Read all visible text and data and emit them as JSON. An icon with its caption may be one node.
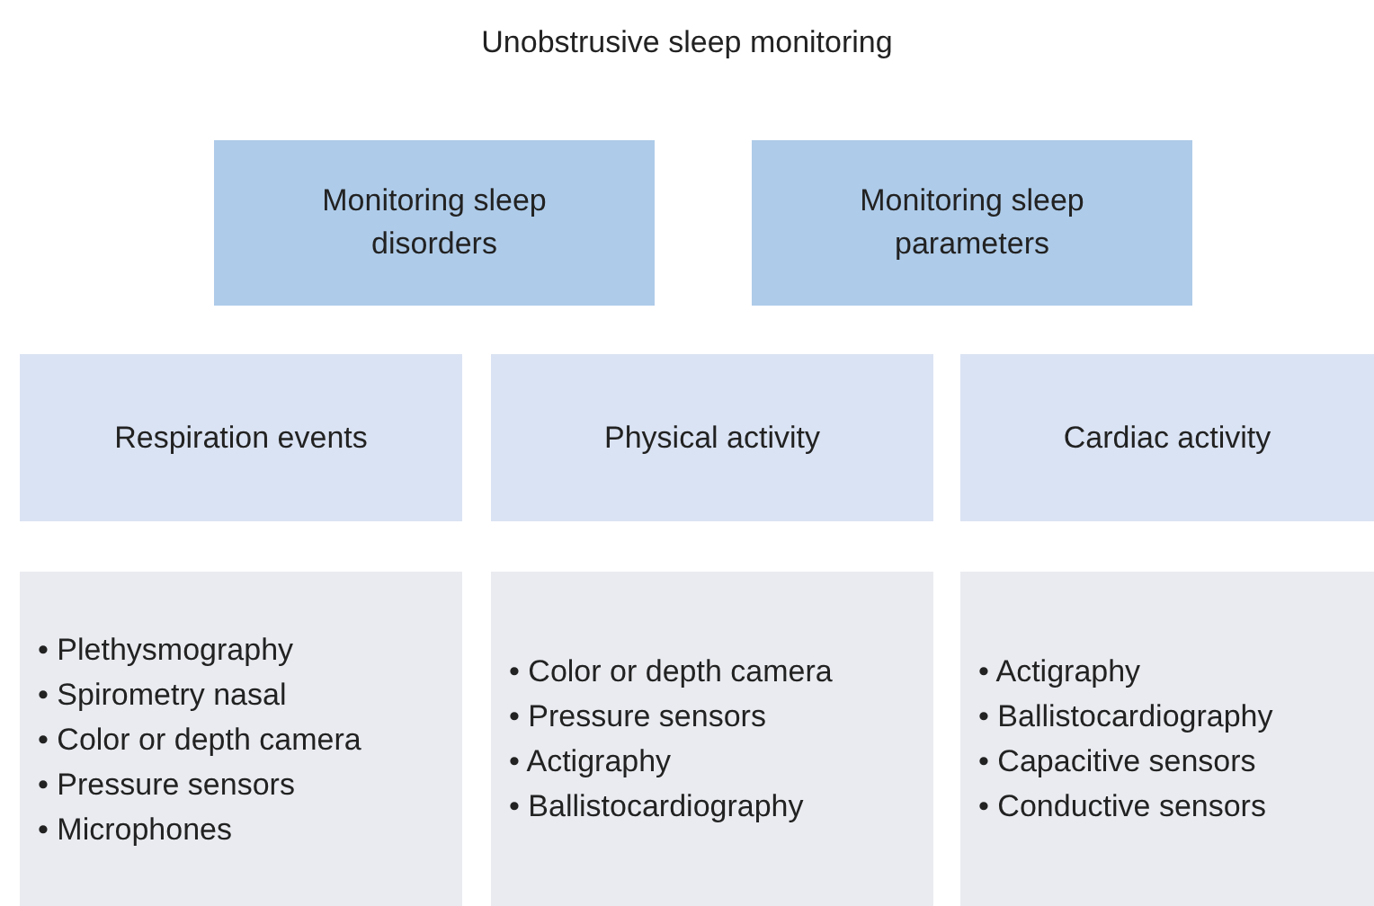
{
  "diagram": {
    "title": "Unobstrusive sleep monitoring",
    "nodes": [
      {
        "text": [
          "Monitoring sleep disorders"
        ]
      },
      {
        "text": [
          "Monitoring sleep parameters"
        ]
      },
      {
        "text": [
          "Respiration events"
        ]
      },
      {
        "text": [
          "Physical activity"
        ]
      },
      {
        "text": [
          "Cardiac activity"
        ]
      },
      {
        "text": [
          "• Plethysmography",
          "• Spirometry nasal",
          "• Color or depth camera",
          "• Pressure sensors",
          "• Microphones"
        ]
      },
      {
        "text": [
          "• Color or depth camera",
          "• Pressure sensors",
          "• Actigraphy",
          "• Ballistocardiography"
        ]
      },
      {
        "text": [
          "• Actigraphy",
          "• Ballistocardiography",
          "• Capacitive sensors",
          "• Conductive sensors"
        ]
      }
    ],
    "edges": []
  }
}
